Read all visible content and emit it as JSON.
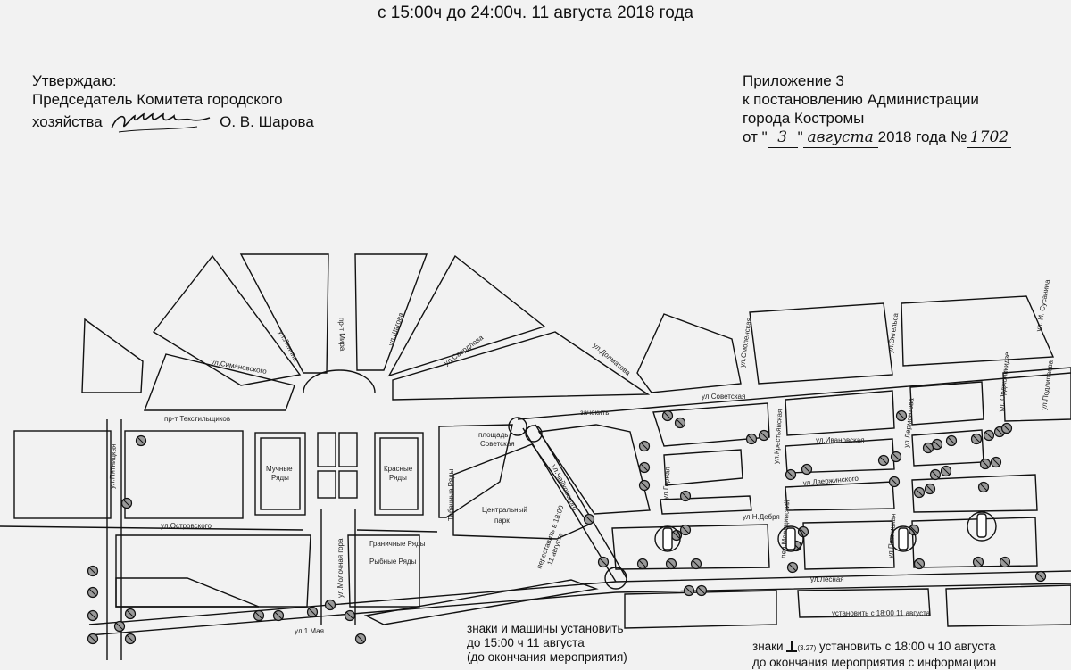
{
  "header": {
    "title": "с 15:00ч  до 24:00ч. 11 августа 2018 года",
    "approve": {
      "line1": "Утверждаю:",
      "line2": "Председатель Комитета городского",
      "line3_prefix": "хозяйства",
      "line3_name": "О. В. Шарова"
    },
    "appendix": {
      "line1": "Приложение  3",
      "line2": "к постановлению Администрации",
      "line3": "города Костромы",
      "line4_prefix": "от \"",
      "day": "3",
      "month": "августа",
      "year_text": "2018 года №",
      "number": "1702"
    }
  },
  "map": {
    "streets": [
      {
        "id": "lenina",
        "text": "ул.Ленина"
      },
      {
        "id": "mira",
        "text": "пр-т Мира"
      },
      {
        "id": "shagova",
        "text": "ул.Шагова"
      },
      {
        "id": "sverdlova",
        "text": "ул.Свердлова"
      },
      {
        "id": "simanovskogo",
        "text": "ул.Симановского"
      },
      {
        "id": "tekstilshchikov",
        "text": "пр-т Текстильщиков"
      },
      {
        "id": "pyatnitskaya",
        "text": "ул.Пятницкая"
      },
      {
        "id": "ostrovskogo",
        "text": "ул.Островского"
      },
      {
        "id": "molochnaya",
        "text": "ул.Молочная гора"
      },
      {
        "id": "may1",
        "text": "ул.1 Мая"
      },
      {
        "id": "dolmatova",
        "text": "ул.Долматова"
      },
      {
        "id": "sovetskaya",
        "text": "ул.Советская"
      },
      {
        "id": "smolenskaya",
        "text": "ул.Смоленская"
      },
      {
        "id": "engelsa",
        "text": "ул.Энгельса"
      },
      {
        "id": "susanina",
        "text": "ул. И. Сусанина"
      },
      {
        "id": "podlipaeva",
        "text": "ул.Подлипаева"
      },
      {
        "id": "ordzhonikidze",
        "text": "ул. Орджоникидзе"
      },
      {
        "id": "lermontova",
        "text": "ул.Лермонтова"
      },
      {
        "id": "krestyanskaya",
        "text": "ул.Крестьянская"
      },
      {
        "id": "ivanovskaya",
        "text": "ул.Ивановская"
      },
      {
        "id": "dzerzhinskogo",
        "text": "ул.Дзержинского"
      },
      {
        "id": "gornaya",
        "text": "ул.Горная"
      },
      {
        "id": "debrya",
        "text": "ул.Н.Дебря"
      },
      {
        "id": "medicinsky",
        "text": "пер.Медицинский"
      },
      {
        "id": "pyatnitskaya2",
        "text": "ул.Пятницкая"
      },
      {
        "id": "lesnaya",
        "text": "ул.Лесная"
      },
      {
        "id": "chaikovskogo",
        "text": "ул.Чайковского"
      }
    ],
    "places": {
      "muchnye": [
        "Мучные",
        "Ряды"
      ],
      "krasnye": [
        "Красные",
        "Ряды"
      ],
      "park": [
        "Центральный",
        "парк"
      ],
      "gruzovye": "Граничные Ряды",
      "rybnye": "Рыбные Ряды",
      "ploshchad": [
        "площадь",
        "Советская"
      ],
      "tabachnye": "Табачные Ряды"
    },
    "annotations": {
      "zachekit": "зачекить",
      "perestavit": [
        "переставить в 18:00",
        "11 августа"
      ],
      "ustanovit_18": "установить с 18:00 11 августа"
    }
  },
  "notes": {
    "left": [
      "знаки и машины установить",
      "до 15:00 ч 11 августа",
      "(до окончания мероприятия)"
    ],
    "right_prefix": "знаки",
    "right_sign": "(3.27)",
    "right_line1": "установить с 18:00 ч 10 августа",
    "right_line2": "до окончания мероприятия с информацион"
  }
}
